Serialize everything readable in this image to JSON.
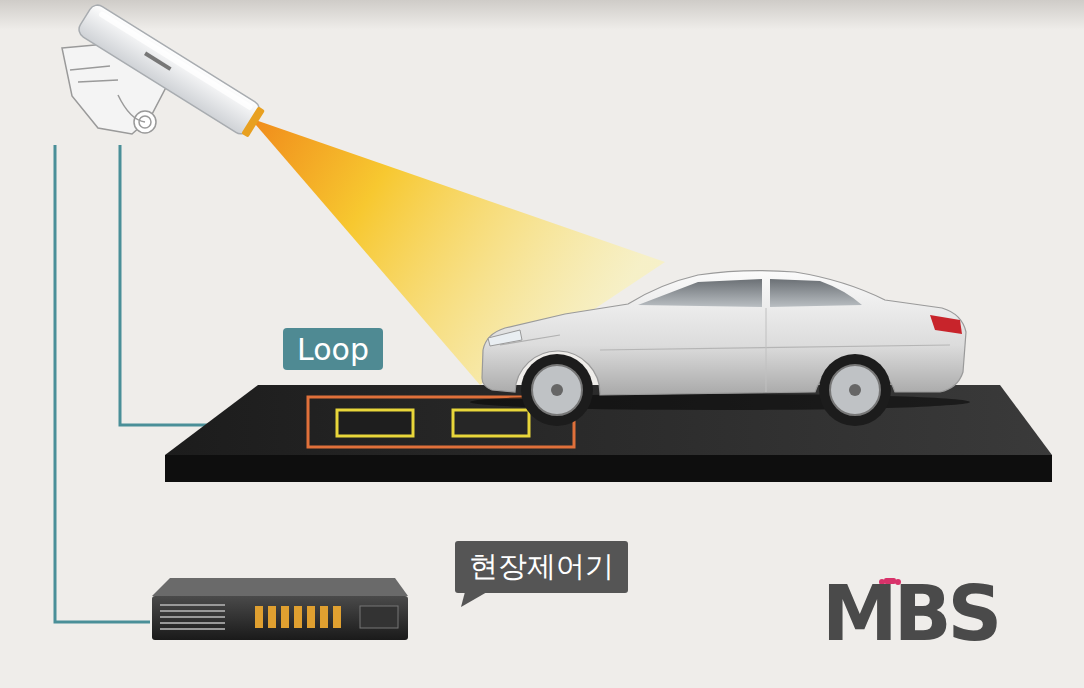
{
  "diagram": {
    "nodes": [
      {
        "text": [
          "Loop"
        ]
      },
      {
        "text": [
          "현장제어기"
        ]
      }
    ],
    "labels": [
      "MBS"
    ]
  }
}
